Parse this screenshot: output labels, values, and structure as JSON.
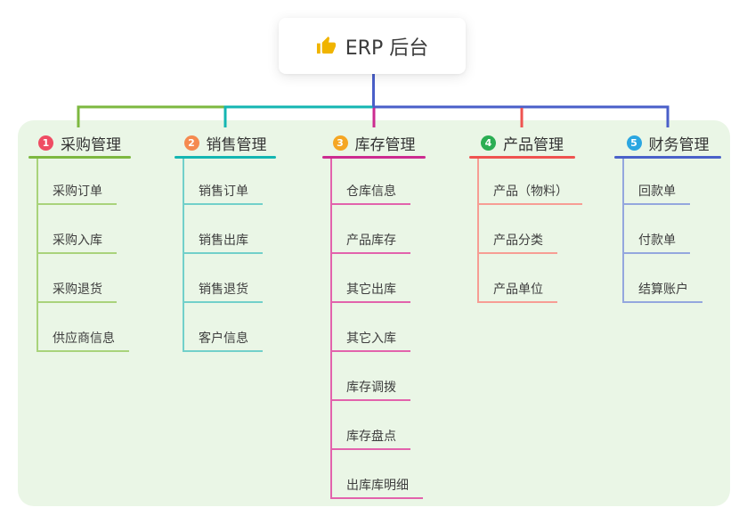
{
  "root": {
    "label": "ERP 后台",
    "icon": "thumbs-up-icon",
    "icon_color": "#f0b400"
  },
  "colors": {
    "page_bg": "#ffffff",
    "container_bg": "#eaf6e6",
    "root_connector": "#4a5fc9",
    "header_text": "#333333",
    "child_text": "#3e3e3e"
  },
  "branches": [
    {
      "num": "1",
      "label": "采购管理",
      "badge_color": "#ef4c63",
      "line_color": "#7db840",
      "child_line_color": "#a9d37b",
      "children": [
        "采购订单",
        "采购入库",
        "采购退货",
        "供应商信息"
      ]
    },
    {
      "num": "2",
      "label": "销售管理",
      "badge_color": "#f58a50",
      "line_color": "#14b6b2",
      "child_line_color": "#72d0ca",
      "children": [
        "销售订单",
        "销售出库",
        "销售退货",
        "客户信息"
      ]
    },
    {
      "num": "3",
      "label": "库存管理",
      "badge_color": "#f5a623",
      "line_color": "#cc2b90",
      "child_line_color": "#e263ac",
      "children": [
        "仓库信息",
        "产品库存",
        "其它出库",
        "其它入库",
        "库存调拨",
        "库存盘点",
        "出库库明细"
      ]
    },
    {
      "num": "4",
      "label": "产品管理",
      "badge_color": "#2bae53",
      "line_color": "#ef5350",
      "child_line_color": "#f79d94",
      "children": [
        "产品（物料）",
        "产品分类",
        "产品单位"
      ]
    },
    {
      "num": "5",
      "label": "财务管理",
      "badge_color": "#2ba6e1",
      "line_color": "#4a61c9",
      "child_line_color": "#94a7de",
      "children": [
        "回款单",
        "付款单",
        "结算账户"
      ]
    }
  ]
}
